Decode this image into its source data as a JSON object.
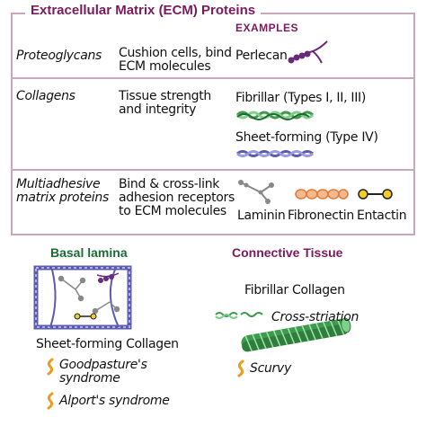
{
  "header": {
    "title": "Extracellular Matrix (ECM) Proteins",
    "examples_label": "Examples"
  },
  "rows": [
    {
      "name": "Proteoglycans",
      "function": [
        "Cushion cells, bind",
        "ECM molecules"
      ],
      "examples": [
        {
          "label": "Perlecan",
          "icon": "perlecan-icon"
        }
      ]
    },
    {
      "name": "Collagens",
      "function": [
        "Tissue strength",
        "and integrity"
      ],
      "examples": [
        {
          "label": "Fibrillar (Types I, II, III)",
          "icon": "fibrillar-collagen-icon"
        },
        {
          "label": "Sheet-forming (Type IV)",
          "icon": "sheet-forming-collagen-icon"
        }
      ]
    },
    {
      "name": [
        "Multiadhesive",
        "matrix proteins"
      ],
      "function": [
        "Bind & cross-link",
        "adhesion receptors",
        "to ECM molecules"
      ],
      "examples": [
        {
          "label": "Laminin",
          "icon": "laminin-icon"
        },
        {
          "label": "Fibronectin",
          "icon": "fibronectin-icon"
        },
        {
          "label": "Entactin",
          "icon": "entactin-icon"
        }
      ]
    }
  ],
  "basal_lamina": {
    "title": "Basal lamina",
    "caption": "Sheet-forming Collagen",
    "diseases": [
      "Goodpasture's syndrome",
      "Alport's syndrome"
    ],
    "diseases_lines": [
      [
        "Goodpasture's",
        "syndrome"
      ],
      [
        "Alport's syndrome"
      ]
    ]
  },
  "connective_tissue": {
    "title": "Connective Tissue",
    "caption": "Fibrillar Collagen",
    "annotation": "Cross-striation",
    "disease": "Scurvy"
  },
  "colors": {
    "title": "#7b1a5c",
    "border": "#c9a7bd",
    "basal_title": "#1b6b35",
    "perlecan": "#6a2a7a",
    "collagen_green": "#3e9b4d",
    "sheet_collagen": "#5b5bb0",
    "laminin": "#8a8a8a",
    "fibronectin": "#e07a3a",
    "entactin": "#f2cc2a",
    "disease_icon": "#f09a1e"
  }
}
